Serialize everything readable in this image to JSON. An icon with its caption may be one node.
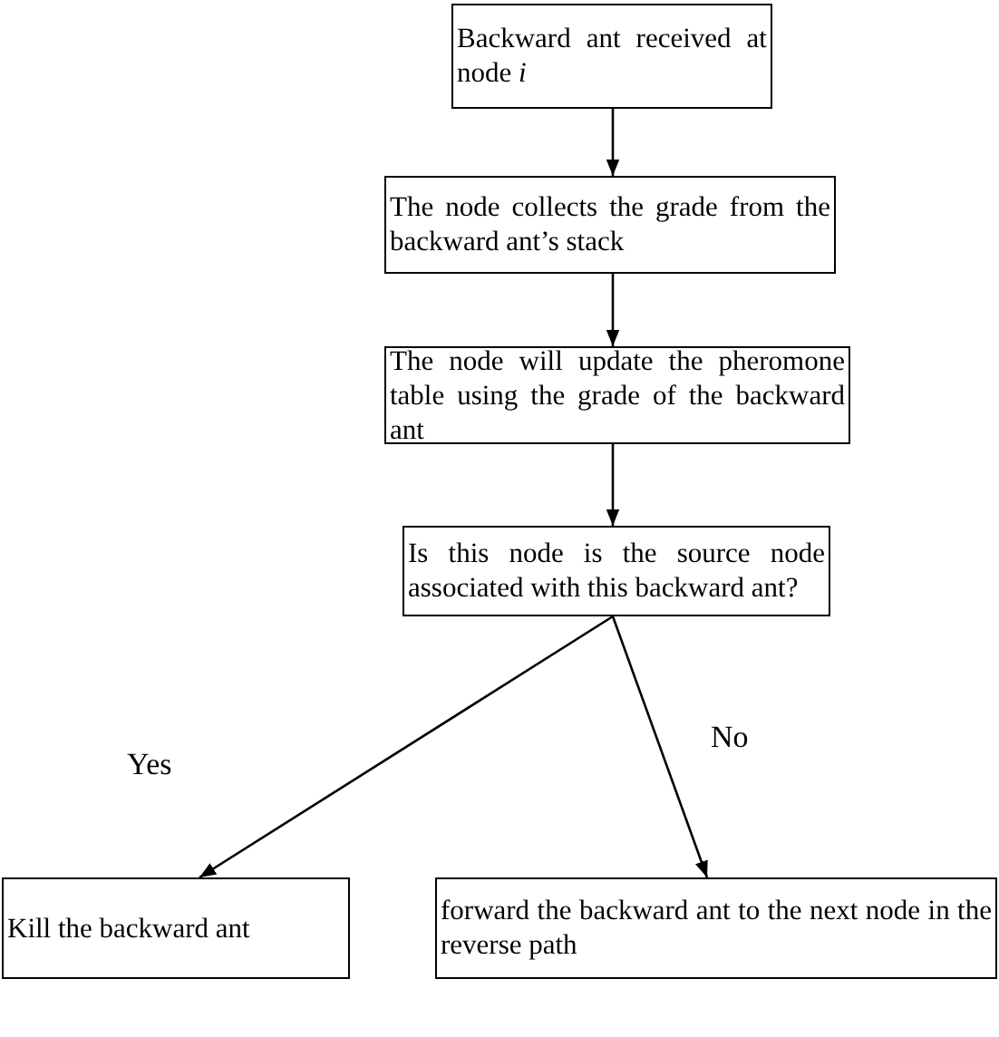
{
  "diagram": {
    "nodes": [
      {
        "text": [
          "Backward ant received at node *i*"
        ]
      },
      {
        "text": [
          "The node collects the grade from the backward ant’s stack"
        ]
      },
      {
        "text": [
          "The node will update the pheromone table using the grade of the backward ant"
        ]
      },
      {
        "text": [
          "Is this node is the source node associated with this backward ant?"
        ]
      },
      {
        "text": [
          "Kill the backward ant"
        ]
      },
      {
        "text": [
          "forward the backward ant to the next node in the reverse path"
        ]
      }
    ],
    "edges": [
      {
        "from": 0,
        "to": 1,
        "arrow": "to"
      },
      {
        "from": 1,
        "to": 2,
        "arrow": "to"
      },
      {
        "from": 2,
        "to": 3,
        "arrow": "to"
      },
      {
        "from": 3,
        "to": 4,
        "arrow": "to",
        "label": "Yes"
      },
      {
        "from": 3,
        "to": 5,
        "arrow": "to",
        "label": "No"
      }
    ]
  }
}
